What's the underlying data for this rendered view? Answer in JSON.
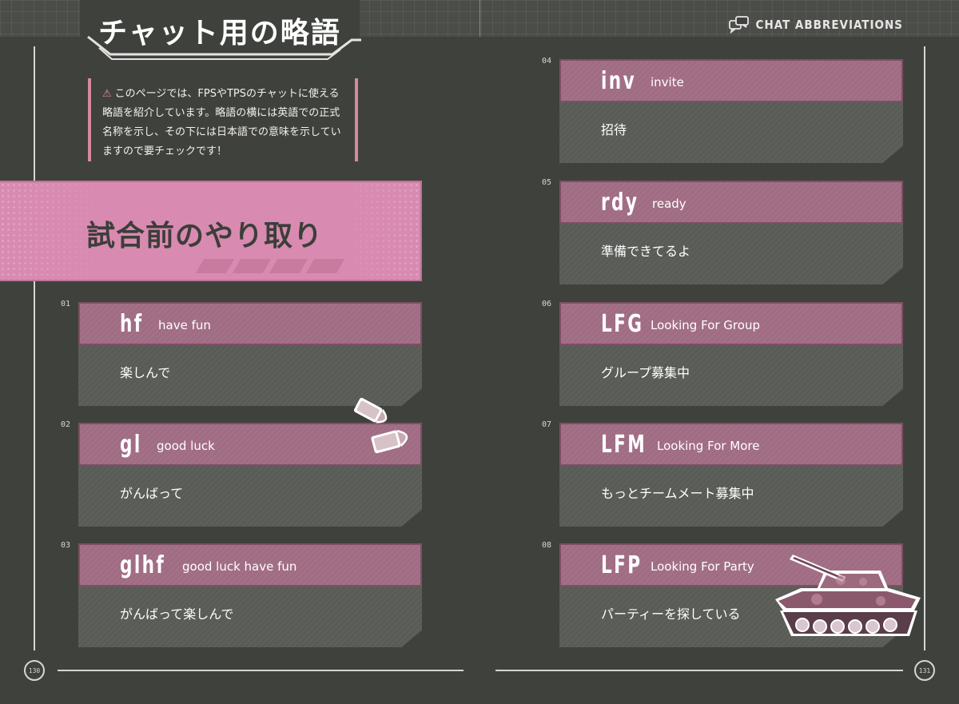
{
  "header": {
    "title": "チャット用の略語",
    "section_label": "CHAT ABBREVIATIONS"
  },
  "note": {
    "text": "このページでは、FPSやTPSのチャットに使える略語を紹介しています。略語の横には英語での正式名称を示し、その下には日本語での意味を示していますので要チェックです！"
  },
  "banner": {
    "title": "試合前のやり取り"
  },
  "items": [
    {
      "num": "01",
      "abbr": "hf",
      "full": "have fun",
      "meaning": "楽しんで"
    },
    {
      "num": "02",
      "abbr": "gl",
      "full": "good luck",
      "meaning": "がんばって"
    },
    {
      "num": "03",
      "abbr": "glhf",
      "full": "good luck have fun",
      "meaning": "がんばって楽しんで"
    },
    {
      "num": "04",
      "abbr": "inv",
      "full": "invite",
      "meaning": "招待"
    },
    {
      "num": "05",
      "abbr": "rdy",
      "full": "ready",
      "meaning": "準備できてるよ"
    },
    {
      "num": "06",
      "abbr": "LFG",
      "full": "Looking For Group",
      "meaning": "グループ募集中"
    },
    {
      "num": "07",
      "abbr": "LFM",
      "full": "Looking For More",
      "meaning": "もっとチームメート募集中"
    },
    {
      "num": "08",
      "abbr": "LFP",
      "full": "Looking For Party",
      "meaning": "パーティーを探している"
    }
  ],
  "pages": {
    "left": "130",
    "right": "131"
  },
  "colors": {
    "accent": "#d98ab0",
    "card_head": "#a06c83",
    "background": "#3f423c"
  }
}
